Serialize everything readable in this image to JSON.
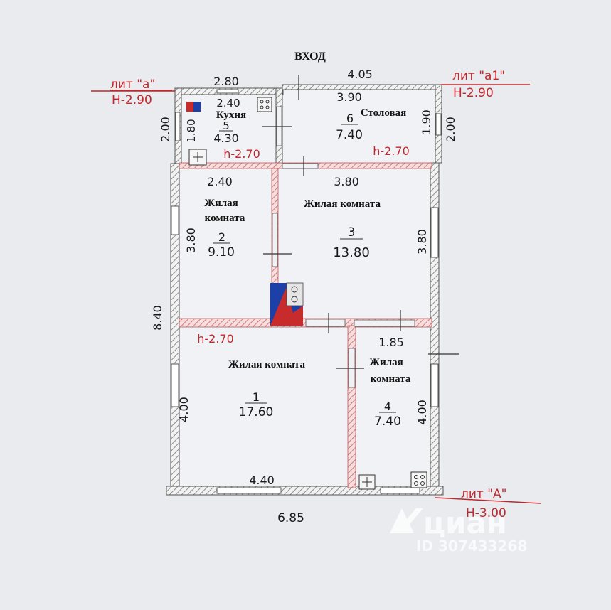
{
  "entrance": "ВХОД",
  "markers": {
    "a": {
      "lit": "лит \"а\"",
      "h": "Н-2.90"
    },
    "a1": {
      "lit": "лит \"а1\"",
      "h": "Н-2.90"
    },
    "A": {
      "lit": "лит \"А\"",
      "h": "Н-3.00"
    }
  },
  "dimensions": {
    "top_left": "2.80",
    "top_right": "4.05",
    "left_outer_top": "2.00",
    "right_outer_top": "2.00",
    "left_total": "8.40",
    "bottom_total": "6.85",
    "kitchen_width": "2.40",
    "kitchen_height": "1.80",
    "dining_width": "3.90",
    "dining_height": "1.90",
    "room2_width": "2.40",
    "room2_height": "3.80",
    "room3_width": "3.80",
    "room3_height": "3.80",
    "room1_height": "4.00",
    "room1_width": "4.40",
    "room4_width": "1.85",
    "room4_height": "4.00"
  },
  "ceiling_heights": {
    "kitchen": "h-2.70",
    "dining": "h-2.70",
    "living": "h-2.70"
  },
  "rooms": {
    "kitchen": {
      "name": "Кухня",
      "number": "5",
      "area": "4.30"
    },
    "dining": {
      "name": "Столовая",
      "number": "6",
      "area": "7.40"
    },
    "room2": {
      "name_line1": "Жилая",
      "name_line2": "комната",
      "number": "2",
      "area": "9.10"
    },
    "room3": {
      "name": "Жилая комната",
      "number": "3",
      "area": "13.80"
    },
    "room1": {
      "name": "Жилая комната",
      "number": "1",
      "area": "17.60"
    },
    "room4": {
      "name_line1": "Жилая",
      "name_line2": "комната",
      "number": "4",
      "area": "7.40"
    }
  },
  "watermark": {
    "brand": "циан",
    "id": "ID 307433268"
  }
}
